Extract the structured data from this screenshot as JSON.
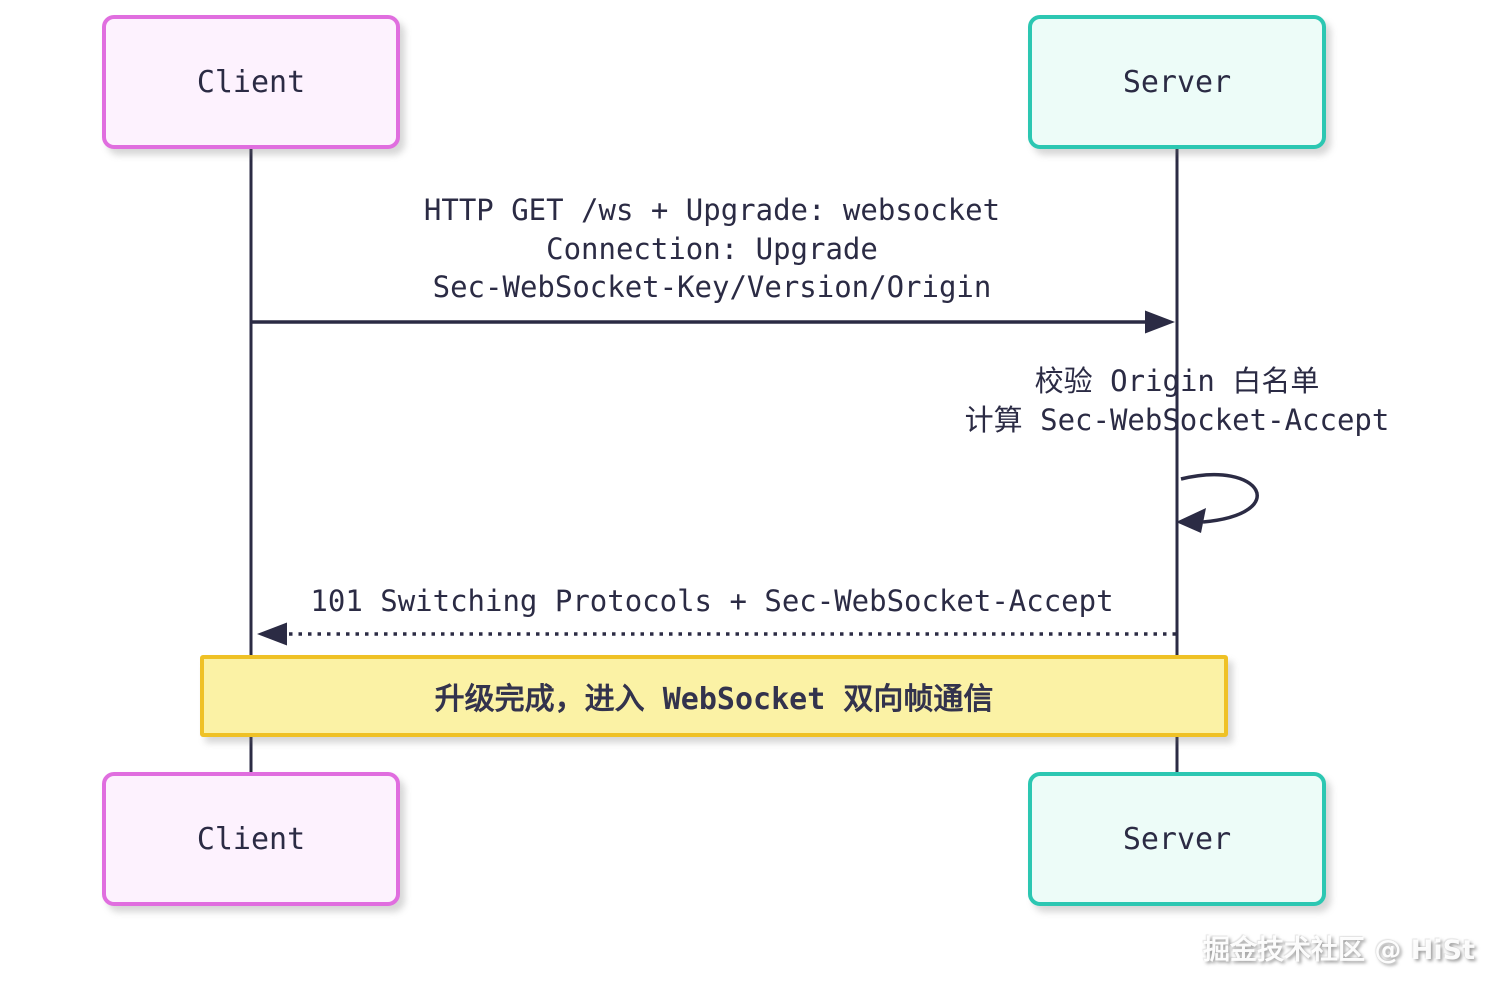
{
  "diagram": {
    "type": "sequence",
    "actors": [
      {
        "id": "client",
        "label": "Client"
      },
      {
        "id": "server",
        "label": "Server"
      }
    ],
    "messages": [
      {
        "from": "client",
        "to": "server",
        "style": "solid-arrow",
        "lines": [
          "HTTP GET /ws + Upgrade: websocket",
          "Connection: Upgrade",
          "Sec-WebSocket-Key/Version/Origin"
        ]
      },
      {
        "from": "server",
        "to": "server",
        "style": "self-loop",
        "lines": [
          "校验 Origin 白名单",
          "计算 Sec-WebSocket-Accept"
        ]
      },
      {
        "from": "server",
        "to": "client",
        "style": "dotted-arrow",
        "lines": [
          "101 Switching Protocols + Sec-WebSocket-Accept"
        ]
      }
    ],
    "note": {
      "text": "升级完成，进入 WebSocket 双向帧通信",
      "spans": [
        "client",
        "server"
      ]
    },
    "watermark": "掘金技术社区 @ HiSt"
  },
  "theme": {
    "line_color": "#2b2b44",
    "text_color": "#2b2b44",
    "client_border": "#e06edf",
    "client_fill": "#fdf2fe",
    "server_border": "#2cc7b2",
    "server_fill": "#edfcf8",
    "note_border": "#efc125",
    "note_fill": "#fbf2a5",
    "background": "#ffffff"
  }
}
